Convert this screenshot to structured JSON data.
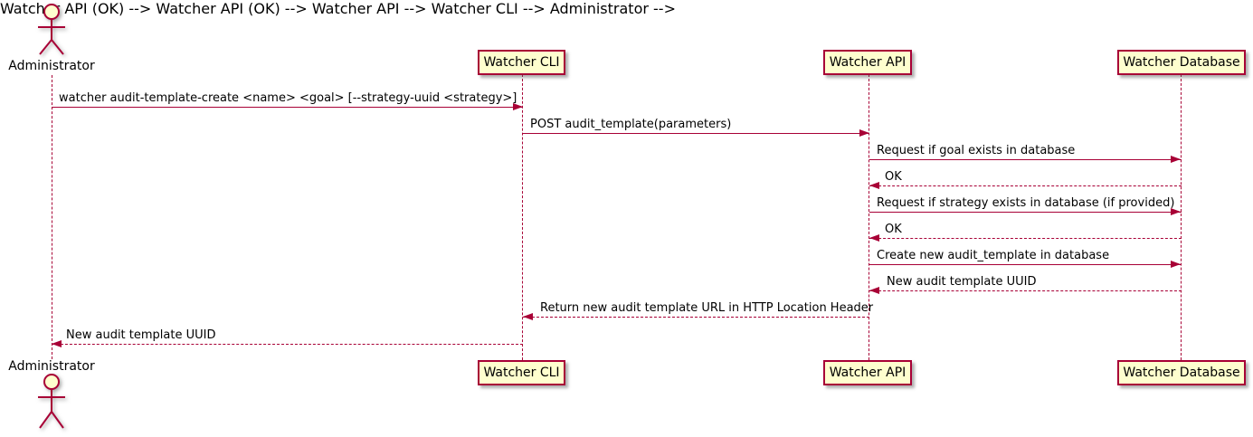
{
  "diagram": {
    "kind": "plantuml-sequence-diagram",
    "background": "#FFFFFF",
    "colors": {
      "participant_fill": "#FEFECE",
      "line_and_border": "#A80036",
      "text": "#000000",
      "shadow": "#888888"
    },
    "actor": {
      "name": "Administrator"
    },
    "participants": [
      {
        "label": "Watcher CLI"
      },
      {
        "label": "Watcher API"
      },
      {
        "label": "Watcher Database"
      }
    ],
    "messages": [
      {
        "from": "Administrator",
        "to": "Watcher CLI",
        "line": "solid",
        "text": "watcher audit-template-create <name> <goal> [--strategy-uuid <strategy>]"
      },
      {
        "from": "Watcher CLI",
        "to": "Watcher API",
        "line": "solid",
        "text": "POST audit_template(parameters)"
      },
      {
        "from": "Watcher API",
        "to": "Watcher Database",
        "line": "solid",
        "text": "Request if goal exists in database"
      },
      {
        "from": "Watcher Database",
        "to": "Watcher API",
        "line": "dashed",
        "text": "OK"
      },
      {
        "from": "Watcher API",
        "to": "Watcher Database",
        "line": "solid",
        "text": "Request if strategy exists in database (if provided)"
      },
      {
        "from": "Watcher Database",
        "to": "Watcher API",
        "line": "dashed",
        "text": "OK"
      },
      {
        "from": "Watcher API",
        "to": "Watcher Database",
        "line": "solid",
        "text": "Create new audit_template in database"
      },
      {
        "from": "Watcher Database",
        "to": "Watcher API",
        "line": "dashed",
        "text": "New audit template UUID"
      },
      {
        "from": "Watcher API",
        "to": "Watcher CLI",
        "line": "dashed",
        "text": "Return new audit template URL in HTTP Location Header"
      },
      {
        "from": "Watcher CLI",
        "to": "Administrator",
        "line": "dashed",
        "text": "New audit template UUID"
      }
    ]
  }
}
